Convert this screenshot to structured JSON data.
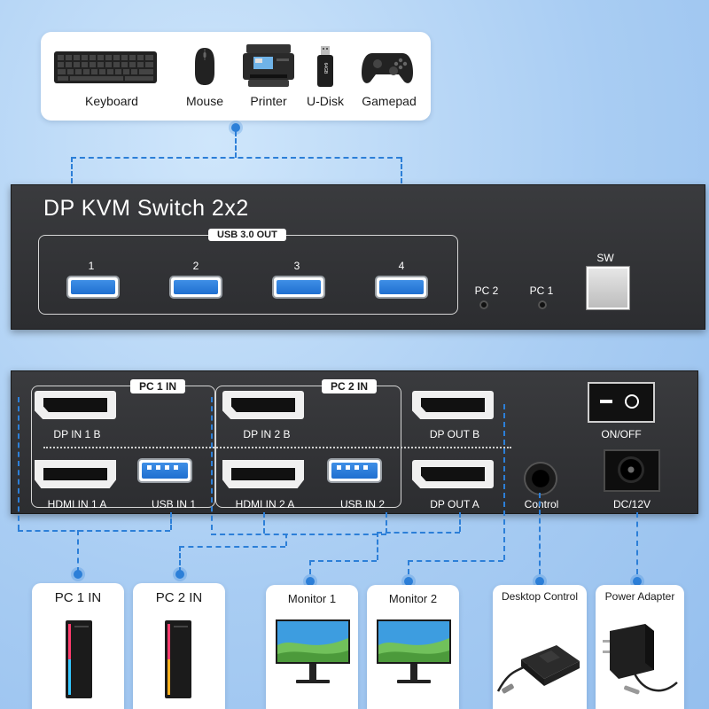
{
  "peripherals": {
    "items": [
      {
        "label": "Keyboard",
        "icon": "keyboard-icon"
      },
      {
        "label": "Mouse",
        "icon": "mouse-icon"
      },
      {
        "label": "Printer",
        "icon": "printer-icon"
      },
      {
        "label": "U-Disk",
        "icon": "usb-drive-icon"
      },
      {
        "label": "Gamepad",
        "icon": "gamepad-icon"
      }
    ],
    "usb_disk_text": "64GB"
  },
  "front_panel": {
    "title": "DP KVM Switch 2x2",
    "usb_group_label": "USB 3.0 OUT",
    "usb_ports": [
      "1",
      "2",
      "3",
      "4"
    ],
    "leds": [
      "PC 2",
      "PC 1"
    ],
    "switch_label": "SW"
  },
  "rear_panel": {
    "group_pc1": "PC 1 IN",
    "group_pc2": "PC 2 IN",
    "ports": {
      "dp_in_1b": "DP IN 1 B",
      "dp_in_2b": "DP IN 2 B",
      "dp_out_b": "DP OUT B",
      "hdmi_in_1a": "HDMI IN 1 A",
      "usb_in_1": "USB IN 1",
      "hdmi_in_2a": "HDMI IN 2 A",
      "usb_in_2": "USB IN 2",
      "dp_out_a": "DP OUT A",
      "control": "Control",
      "power_switch": "ON/OFF",
      "dc": "DC/12V"
    }
  },
  "devices": [
    {
      "label": "PC 1 IN",
      "icon": "pc-tower-icon"
    },
    {
      "label": "PC 2 IN",
      "icon": "pc-tower-icon"
    },
    {
      "label": "Monitor 1",
      "icon": "monitor-icon"
    },
    {
      "label": "Monitor 2",
      "icon": "monitor-icon"
    },
    {
      "label": "Desktop Control",
      "icon": "desktop-controller-icon"
    },
    {
      "label": "Power Adapter",
      "icon": "power-adapter-icon"
    }
  ],
  "colors": {
    "accent": "#2c7fd8",
    "panel": "#333437",
    "usb_blue": "#2f80e0"
  }
}
